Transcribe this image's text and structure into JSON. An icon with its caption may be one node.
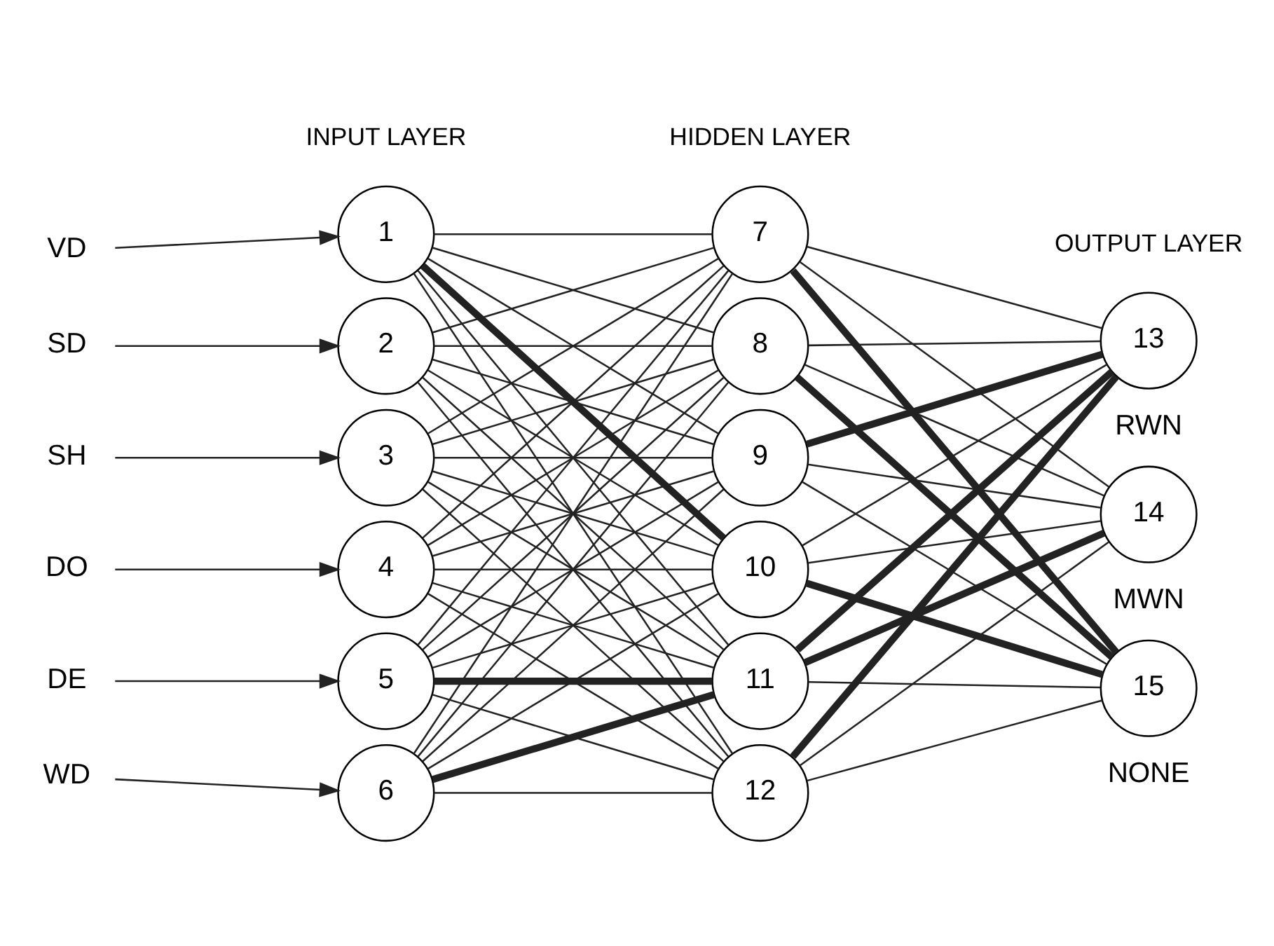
{
  "diagram": {
    "nodes": [
      {
        "text": [
          "VD"
        ]
      },
      {
        "text": [
          "SD"
        ]
      },
      {
        "text": [
          "SH"
        ]
      },
      {
        "text": [
          "DO"
        ]
      },
      {
        "text": [
          "DE"
        ]
      },
      {
        "text": [
          "WD"
        ]
      },
      {
        "text": [
          "1"
        ]
      },
      {
        "text": [
          "2"
        ]
      },
      {
        "text": [
          "3"
        ]
      },
      {
        "text": [
          "4"
        ]
      },
      {
        "text": [
          "5"
        ]
      },
      {
        "text": [
          "6"
        ]
      },
      {
        "text": [
          "7"
        ]
      },
      {
        "text": [
          "8"
        ]
      },
      {
        "text": [
          "9"
        ]
      },
      {
        "text": [
          "10"
        ]
      },
      {
        "text": [
          "11"
        ]
      },
      {
        "text": [
          "12"
        ]
      },
      {
        "text": [
          "13"
        ],
        "beside": [
          "RWN"
        ]
      },
      {
        "text": [
          "14"
        ],
        "beside": [
          "MWN"
        ]
      },
      {
        "text": [
          "15"
        ],
        "beside": [
          "NONE"
        ]
      }
    ],
    "edges": [
      {
        "from": 0,
        "to": 6,
        "arrow": "to"
      },
      {
        "from": 1,
        "to": 7,
        "arrow": "to"
      },
      {
        "from": 2,
        "to": 8,
        "arrow": "to"
      },
      {
        "from": 3,
        "to": 9,
        "arrow": "to"
      },
      {
        "from": 4,
        "to": 10,
        "arrow": "to"
      },
      {
        "from": 5,
        "to": 11,
        "arrow": "to"
      },
      {
        "from": 6,
        "to": 12,
        "arrow": "none"
      },
      {
        "from": 6,
        "to": 13,
        "arrow": "none"
      },
      {
        "from": 6,
        "to": 14,
        "arrow": "none"
      },
      {
        "from": 6,
        "to": 15,
        "arrow": "none",
        "style": "thick"
      },
      {
        "from": 6,
        "to": 16,
        "arrow": "none"
      },
      {
        "from": 6,
        "to": 17,
        "arrow": "none"
      },
      {
        "from": 7,
        "to": 12,
        "arrow": "none"
      },
      {
        "from": 7,
        "to": 13,
        "arrow": "none"
      },
      {
        "from": 7,
        "to": 14,
        "arrow": "none"
      },
      {
        "from": 7,
        "to": 15,
        "arrow": "none"
      },
      {
        "from": 7,
        "to": 16,
        "arrow": "none"
      },
      {
        "from": 7,
        "to": 17,
        "arrow": "none"
      },
      {
        "from": 8,
        "to": 12,
        "arrow": "none"
      },
      {
        "from": 8,
        "to": 13,
        "arrow": "none"
      },
      {
        "from": 8,
        "to": 14,
        "arrow": "none"
      },
      {
        "from": 8,
        "to": 15,
        "arrow": "none"
      },
      {
        "from": 8,
        "to": 16,
        "arrow": "none"
      },
      {
        "from": 8,
        "to": 17,
        "arrow": "none"
      },
      {
        "from": 9,
        "to": 12,
        "arrow": "none"
      },
      {
        "from": 9,
        "to": 13,
        "arrow": "none"
      },
      {
        "from": 9,
        "to": 14,
        "arrow": "none"
      },
      {
        "from": 9,
        "to": 15,
        "arrow": "none"
      },
      {
        "from": 9,
        "to": 16,
        "arrow": "none"
      },
      {
        "from": 9,
        "to": 17,
        "arrow": "none"
      },
      {
        "from": 10,
        "to": 12,
        "arrow": "none"
      },
      {
        "from": 10,
        "to": 13,
        "arrow": "none"
      },
      {
        "from": 10,
        "to": 14,
        "arrow": "none"
      },
      {
        "from": 10,
        "to": 15,
        "arrow": "none"
      },
      {
        "from": 10,
        "to": 16,
        "arrow": "none",
        "style": "thick"
      },
      {
        "from": 10,
        "to": 17,
        "arrow": "none"
      },
      {
        "from": 11,
        "to": 12,
        "arrow": "none"
      },
      {
        "from": 11,
        "to": 13,
        "arrow": "none"
      },
      {
        "from": 11,
        "to": 14,
        "arrow": "none"
      },
      {
        "from": 11,
        "to": 15,
        "arrow": "none"
      },
      {
        "from": 11,
        "to": 16,
        "arrow": "none",
        "style": "thick"
      },
      {
        "from": 11,
        "to": 17,
        "arrow": "none"
      },
      {
        "from": 12,
        "to": 18,
        "arrow": "none"
      },
      {
        "from": 12,
        "to": 19,
        "arrow": "none"
      },
      {
        "from": 12,
        "to": 20,
        "arrow": "none",
        "style": "thick"
      },
      {
        "from": 13,
        "to": 18,
        "arrow": "none"
      },
      {
        "from": 13,
        "to": 19,
        "arrow": "none"
      },
      {
        "from": 13,
        "to": 20,
        "arrow": "none",
        "style": "thick"
      },
      {
        "from": 14,
        "to": 18,
        "arrow": "none",
        "style": "thick"
      },
      {
        "from": 14,
        "to": 19,
        "arrow": "none"
      },
      {
        "from": 14,
        "to": 20,
        "arrow": "none"
      },
      {
        "from": 15,
        "to": 18,
        "arrow": "none"
      },
      {
        "from": 15,
        "to": 19,
        "arrow": "none"
      },
      {
        "from": 15,
        "to": 20,
        "arrow": "none",
        "style": "thick"
      },
      {
        "from": 16,
        "to": 18,
        "arrow": "none",
        "style": "thick"
      },
      {
        "from": 16,
        "to": 19,
        "arrow": "none",
        "style": "thick"
      },
      {
        "from": 16,
        "to": 20,
        "arrow": "none"
      },
      {
        "from": 17,
        "to": 18,
        "arrow": "none",
        "style": "thick"
      },
      {
        "from": 17,
        "to": 19,
        "arrow": "none"
      },
      {
        "from": 17,
        "to": 20,
        "arrow": "none"
      }
    ],
    "labels": [
      "INPUT LAYER",
      "HIDDEN LAYER",
      "OUTPUT LAYER"
    ]
  }
}
